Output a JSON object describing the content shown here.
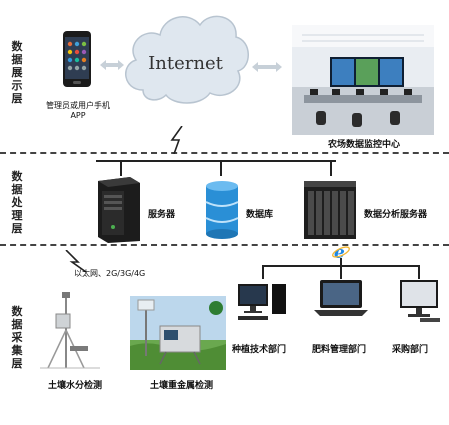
{
  "layers": {
    "display": "数据展示层",
    "processing": "数据处理层",
    "collection": "数据采集层"
  },
  "internet_label": "Internet",
  "mobile_label_line1": "管理员或用户手机",
  "mobile_label_line2": "APP",
  "monitor_center_label": "农场数据监控中心",
  "server_label": "服务器",
  "database_label": "数据库",
  "analysis_server_label": "数据分析服务器",
  "network_label": "以太网、2G/3G/4G",
  "departments": {
    "planting": "种植技术部门",
    "fertilizer": "肥料管理部门",
    "purchasing": "采购部门"
  },
  "sensors": {
    "soil_moisture": "土壤水分检测",
    "heavy_metal": "土壤重金属检测"
  },
  "colors": {
    "cloud": "#dfe7ef",
    "database": "#2a8fd6",
    "divider": "#444444"
  }
}
